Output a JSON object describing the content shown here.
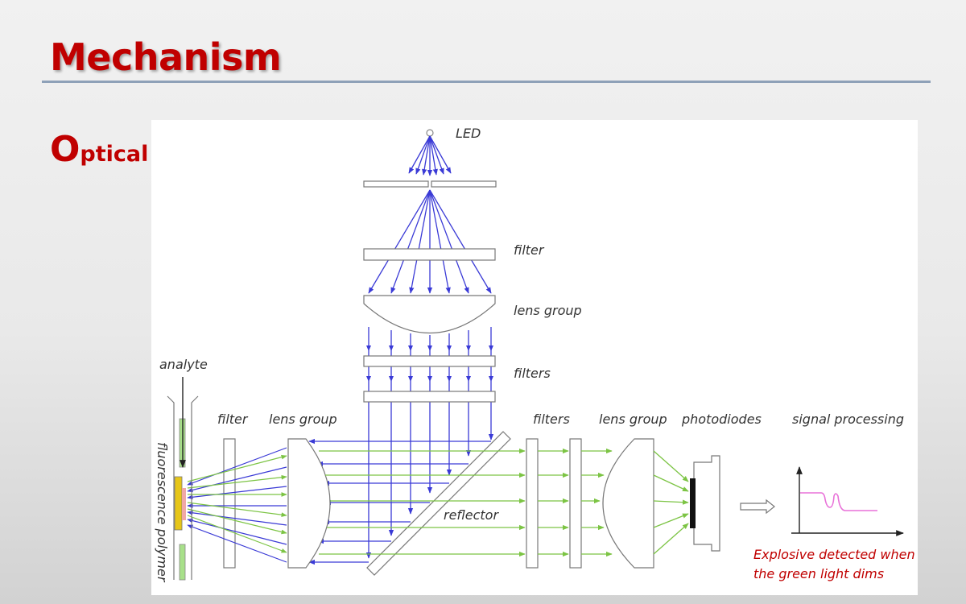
{
  "slide": {
    "title": "Mechanism",
    "subtitle_initial": "O",
    "subtitle_rest": "ptical path"
  },
  "diagram": {
    "labels": {
      "led": "LED",
      "filter_top": "filter",
      "lens_group_top": "lens group",
      "filters_top": "filters",
      "analyte": "analyte",
      "fluorescence_polymer": "fluorescence polymer",
      "filter_left": "filter",
      "lens_group_left": "lens group",
      "reflector": "reflector",
      "filters_right": "filters",
      "lens_group_right": "lens group",
      "photodiodes": "photodiodes",
      "signal_processing": "signal processing",
      "result_line1": "Explosive detected when",
      "result_line2": "the green light dims"
    },
    "colors": {
      "excitation_light": "#3a3ad6",
      "emission_light": "#7cc444",
      "signal_trace": "#e870d8",
      "result_text": "#c00000",
      "title": "#c00000",
      "sensor_strip": "#e6c619"
    }
  }
}
